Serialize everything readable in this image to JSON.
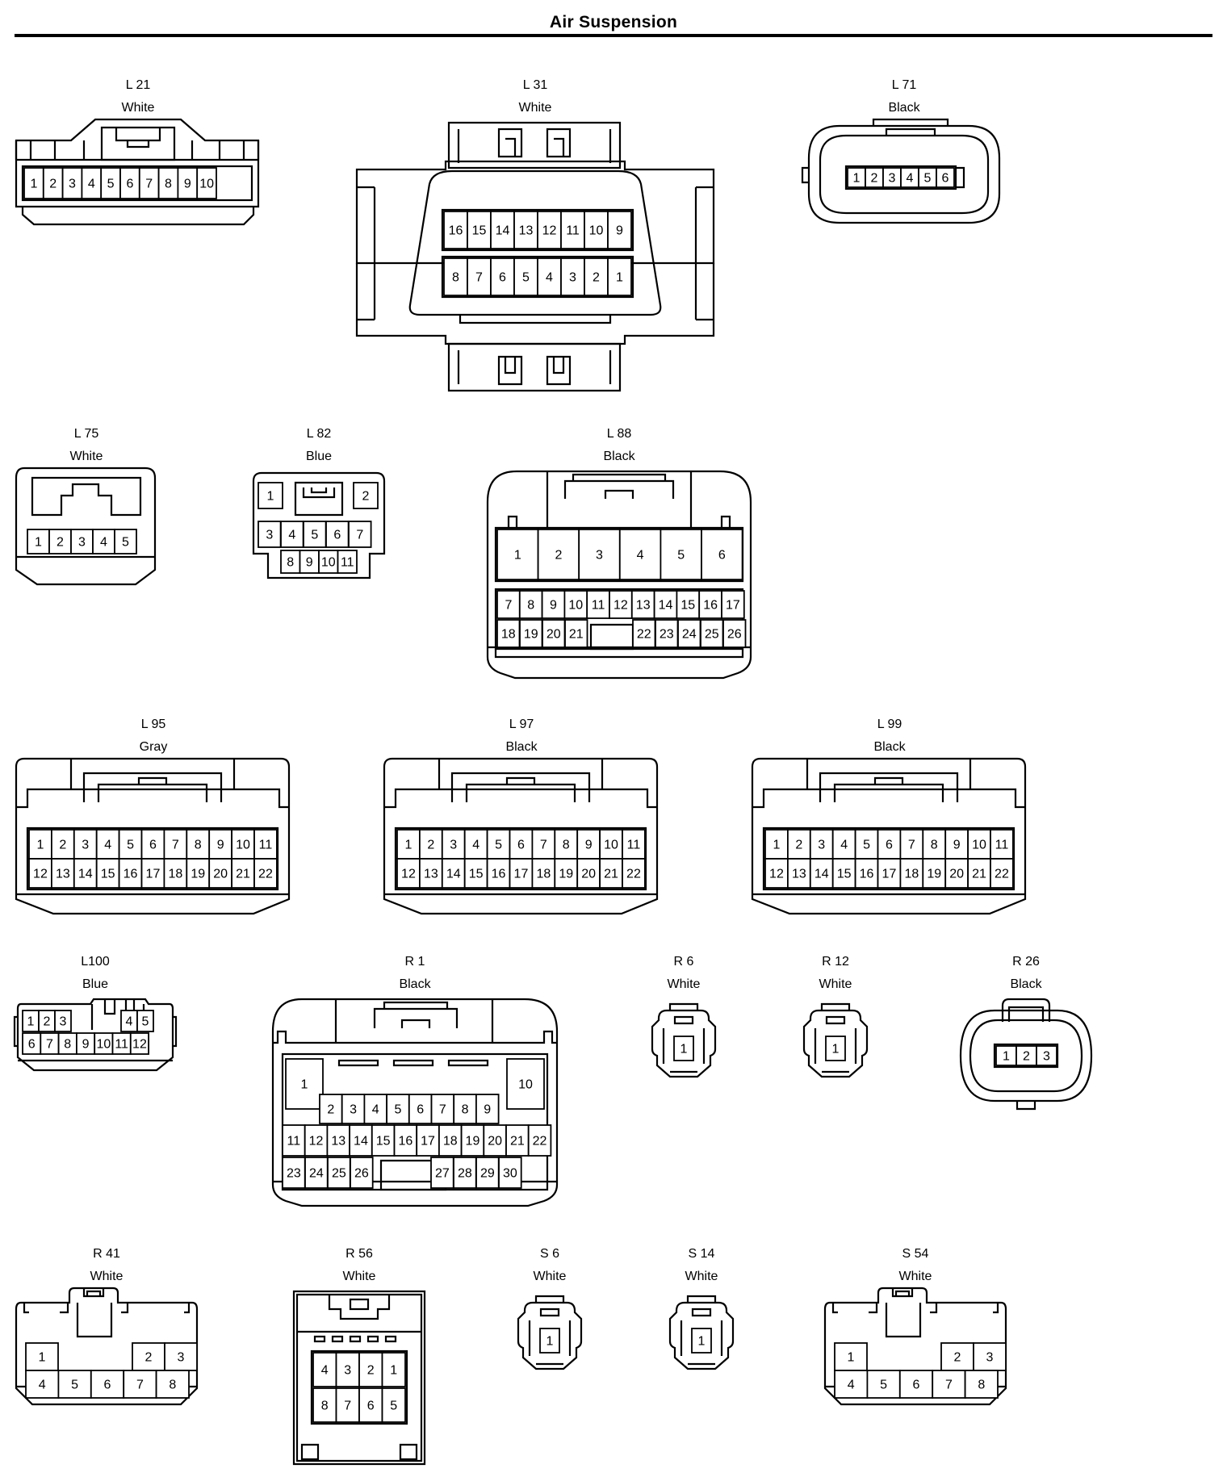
{
  "title": "Air Suspension",
  "connectors": [
    {
      "id": "L 21",
      "color": "White",
      "rows": [
        [
          "1",
          "2",
          "3",
          "4",
          "5",
          "6",
          "7",
          "8",
          "9",
          "10"
        ]
      ]
    },
    {
      "id": "L 31",
      "color": "White",
      "rows": [
        [
          "16",
          "15",
          "14",
          "13",
          "12",
          "11",
          "10",
          "9"
        ],
        [
          "8",
          "7",
          "6",
          "5",
          "4",
          "3",
          "2",
          "1"
        ]
      ]
    },
    {
      "id": "L 71",
      "color": "Black",
      "rows": [
        [
          "1",
          "2",
          "3",
          "4",
          "5",
          "6"
        ]
      ]
    },
    {
      "id": "L 75",
      "color": "White",
      "rows": [
        [
          "1",
          "2",
          "3",
          "4",
          "5"
        ]
      ]
    },
    {
      "id": "L 82",
      "color": "Blue",
      "rows": [
        [
          "1",
          "2"
        ],
        [
          "3",
          "4",
          "5",
          "6",
          "7"
        ],
        [
          "8",
          "9",
          "10",
          "11"
        ]
      ]
    },
    {
      "id": "L 88",
      "color": "Black",
      "rows": [
        [
          "1",
          "2",
          "3",
          "4",
          "5",
          "6"
        ],
        [
          "7",
          "8",
          "9",
          "10",
          "11",
          "12",
          "13",
          "14",
          "15",
          "16",
          "17"
        ],
        [
          "18",
          "19",
          "20",
          "21",
          "22",
          "23",
          "24",
          "25",
          "26"
        ]
      ]
    },
    {
      "id": "L 95",
      "color": "Gray",
      "rows": [
        [
          "1",
          "2",
          "3",
          "4",
          "5",
          "6",
          "7",
          "8",
          "9",
          "10",
          "11"
        ],
        [
          "12",
          "13",
          "14",
          "15",
          "16",
          "17",
          "18",
          "19",
          "20",
          "21",
          "22"
        ]
      ]
    },
    {
      "id": "L 97",
      "color": "Black",
      "rows": [
        [
          "1",
          "2",
          "3",
          "4",
          "5",
          "6",
          "7",
          "8",
          "9",
          "10",
          "11"
        ],
        [
          "12",
          "13",
          "14",
          "15",
          "16",
          "17",
          "18",
          "19",
          "20",
          "21",
          "22"
        ]
      ]
    },
    {
      "id": "L 99",
      "color": "Black",
      "rows": [
        [
          "1",
          "2",
          "3",
          "4",
          "5",
          "6",
          "7",
          "8",
          "9",
          "10",
          "11"
        ],
        [
          "12",
          "13",
          "14",
          "15",
          "16",
          "17",
          "18",
          "19",
          "20",
          "21",
          "22"
        ]
      ]
    },
    {
      "id": "L100",
      "color": "Blue",
      "rows": [
        [
          "1",
          "2",
          "3",
          "4",
          "5"
        ],
        [
          "6",
          "7",
          "8",
          "9",
          "10",
          "11",
          "12"
        ]
      ]
    },
    {
      "id": "R 1",
      "color": "Black",
      "rows": [
        [
          "1",
          "10"
        ],
        [
          "2",
          "3",
          "4",
          "5",
          "6",
          "7",
          "8",
          "9"
        ],
        [
          "11",
          "12",
          "13",
          "14",
          "15",
          "16",
          "17",
          "18",
          "19",
          "20",
          "21",
          "22"
        ],
        [
          "23",
          "24",
          "25",
          "26",
          "27",
          "28",
          "29",
          "30"
        ]
      ]
    },
    {
      "id": "R 6",
      "color": "White",
      "rows": [
        [
          "1"
        ]
      ]
    },
    {
      "id": "R 12",
      "color": "White",
      "rows": [
        [
          "1"
        ]
      ]
    },
    {
      "id": "R 26",
      "color": "Black",
      "rows": [
        [
          "1",
          "2",
          "3"
        ]
      ]
    },
    {
      "id": "R 41",
      "color": "White",
      "rows": [
        [
          "1",
          "2",
          "3"
        ],
        [
          "4",
          "5",
          "6",
          "7",
          "8"
        ]
      ]
    },
    {
      "id": "R 56",
      "color": "White",
      "rows": [
        [
          "4",
          "3",
          "2",
          "1"
        ],
        [
          "8",
          "7",
          "6",
          "5"
        ]
      ]
    },
    {
      "id": "S 6",
      "color": "White",
      "rows": [
        [
          "1"
        ]
      ]
    },
    {
      "id": "S 14",
      "color": "White",
      "rows": [
        [
          "1"
        ]
      ]
    },
    {
      "id": "S 54",
      "color": "White",
      "rows": [
        [
          "1",
          "2",
          "3"
        ],
        [
          "4",
          "5",
          "6",
          "7",
          "8"
        ]
      ]
    }
  ]
}
